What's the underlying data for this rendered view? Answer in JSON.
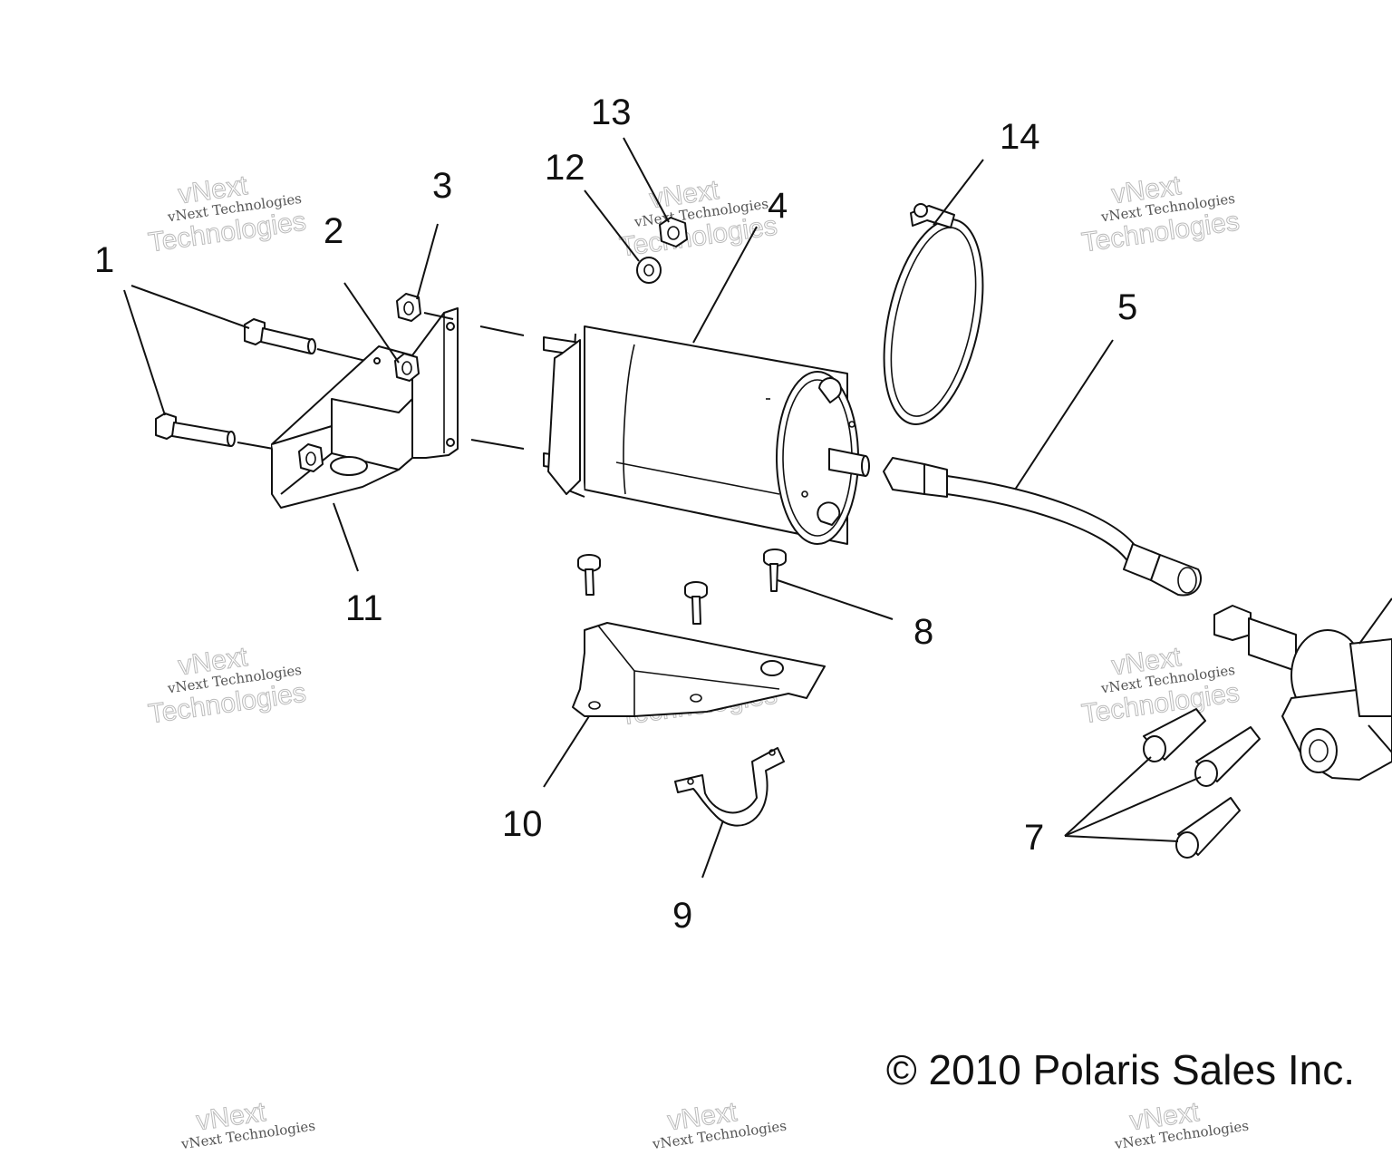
{
  "callouts": [
    {
      "id": "1",
      "label": "1"
    },
    {
      "id": "2",
      "label": "2"
    },
    {
      "id": "3",
      "label": "3"
    },
    {
      "id": "4",
      "label": "4"
    },
    {
      "id": "5",
      "label": "5"
    },
    {
      "id": "7",
      "label": "7"
    },
    {
      "id": "8",
      "label": "8"
    },
    {
      "id": "9",
      "label": "9"
    },
    {
      "id": "10",
      "label": "10"
    },
    {
      "id": "11",
      "label": "11"
    },
    {
      "id": "12",
      "label": "12"
    },
    {
      "id": "13",
      "label": "13"
    },
    {
      "id": "14",
      "label": "14"
    }
  ],
  "copyright": "© 2010 Polaris Sales Inc.",
  "watermark": {
    "line1": "vNext Technologies",
    "line2": "vNext",
    "line3": "Technologies"
  }
}
